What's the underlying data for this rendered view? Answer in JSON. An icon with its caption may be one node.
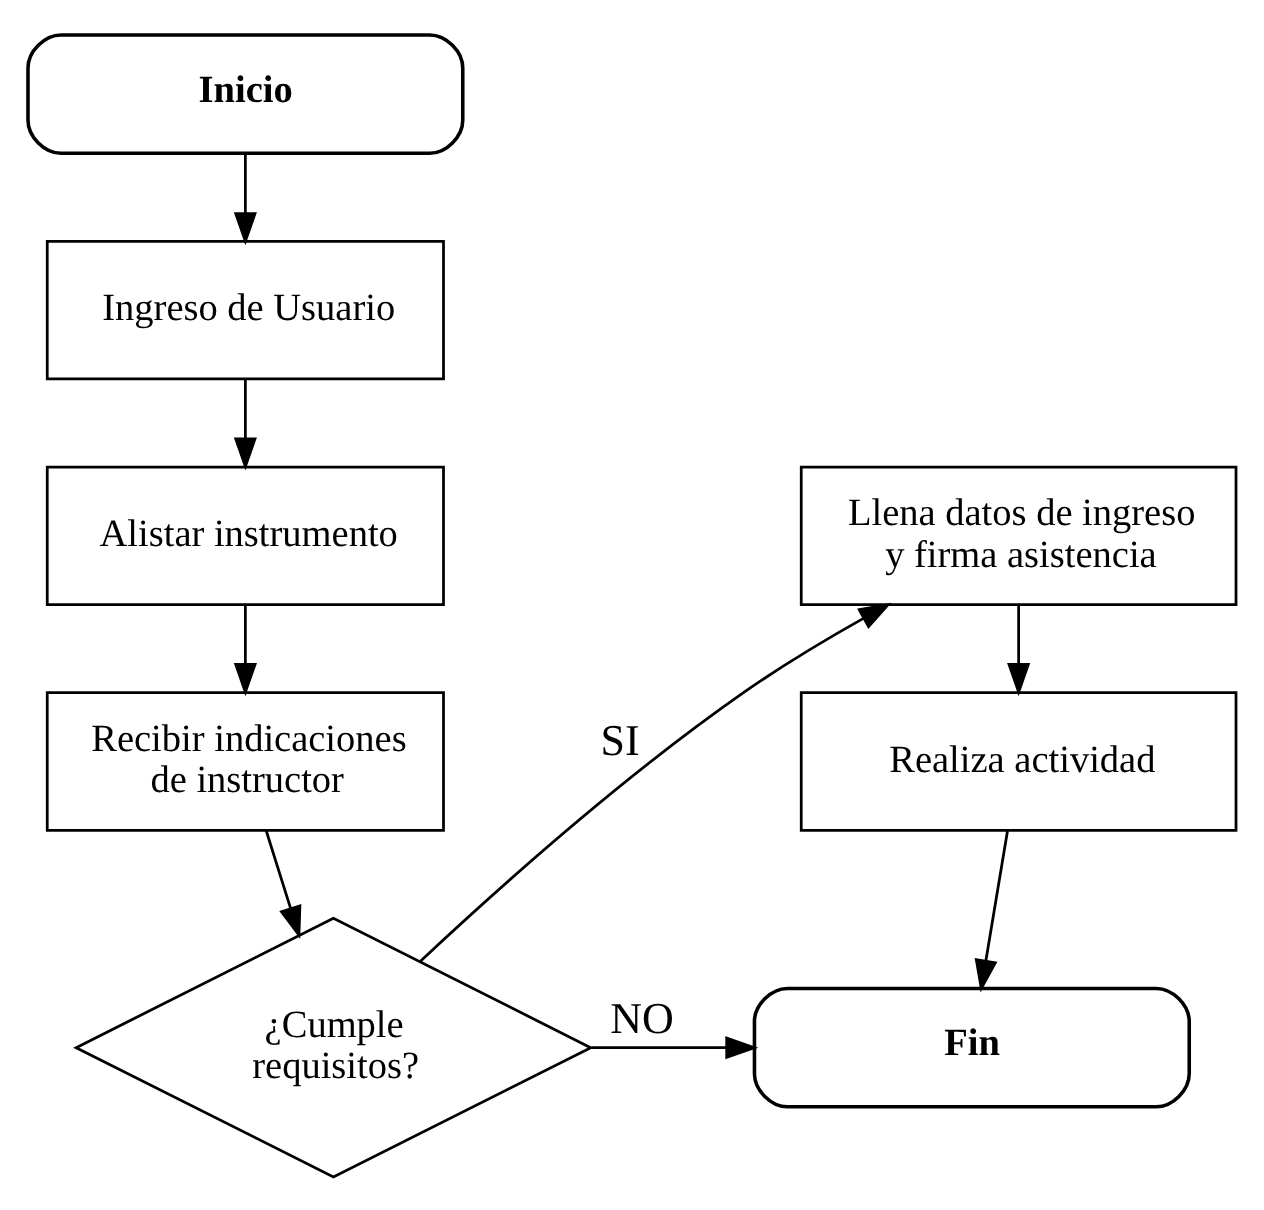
{
  "diagram": {
    "nodes": [
      {
        "text": [
          "Inicio"
        ]
      },
      {
        "text": [
          "Ingreso de Usuario"
        ]
      },
      {
        "text": [
          "Alistar instrumento"
        ]
      },
      {
        "text": [
          "Recibir indicaciones de instructor"
        ]
      },
      {
        "text": [
          "¿Cumple requisitos?"
        ]
      },
      {
        "text": [
          "Llena datos de ingreso y firma asistencia"
        ]
      },
      {
        "text": [
          "Realiza actividad"
        ]
      },
      {
        "text": [
          "Fin"
        ]
      }
    ],
    "edges": [
      {
        "from": 0,
        "to": 1,
        "arrow": "to"
      },
      {
        "from": 1,
        "to": 2,
        "arrow": "to"
      },
      {
        "from": 2,
        "to": 3,
        "arrow": "to"
      },
      {
        "from": 3,
        "to": 4,
        "arrow": "to"
      },
      {
        "from": 4,
        "to": 5,
        "arrow": "to",
        "label": "SI"
      },
      {
        "from": 5,
        "to": 6,
        "arrow": "to"
      },
      {
        "from": 6,
        "to": 7,
        "arrow": "to"
      },
      {
        "from": 4,
        "to": 7,
        "arrow": "to",
        "label": "NO"
      }
    ]
  }
}
